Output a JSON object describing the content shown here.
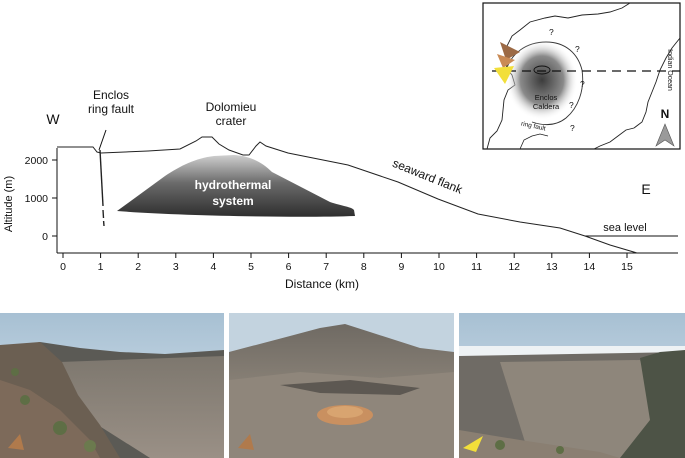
{
  "profile": {
    "west_label": "W",
    "east_label": "E",
    "ring_fault_line1": "Enclos",
    "ring_fault_line2": "ring fault",
    "crater_line1": "Dolomieu",
    "crater_line2": "crater",
    "flank_label": "seaward flank",
    "sea_level_label": "sea level",
    "hydro_line1": "hydrothermal",
    "hydro_line2": "system",
    "y_axis_label": "Altitude (m)",
    "x_axis_label": "Distance (km)",
    "y_ticks": [
      "2000",
      "1000",
      "0"
    ],
    "x_ticks": [
      "0",
      "1",
      "2",
      "3",
      "4",
      "5",
      "6",
      "7",
      "8",
      "9",
      "10",
      "11",
      "12",
      "13",
      "14",
      "15"
    ]
  },
  "inset_map": {
    "caldera_line1": "Enclos",
    "caldera_line2": "Caldera",
    "ocean_label": "Indian Ocean",
    "ring_fault_label": "ring fault",
    "question_marks": [
      "?",
      "?",
      "?",
      "?",
      "?"
    ],
    "north_label": "N"
  },
  "photos": {
    "colors": {
      "sky": "#b7ccdb",
      "floor": "#8d8478",
      "cliff": "#4d5346",
      "vegetation": "#5e6e45"
    },
    "marker_icons": [
      "brown-arrow-icon",
      "brown-arrow-icon",
      "yellow-arrow-icon"
    ]
  }
}
